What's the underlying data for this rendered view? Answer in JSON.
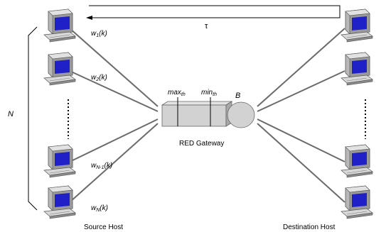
{
  "diagram": {
    "feedback_label": "τ",
    "n_label": "N",
    "gateway_label": "RED Gateway",
    "buffer_label": "B",
    "max_threshold": {
      "base": "max",
      "sub": "th"
    },
    "min_threshold": {
      "base": "min",
      "sub": "th"
    },
    "source_label": "Source Host",
    "destination_label": "Destination Host",
    "source_hosts": [
      {
        "w": "w",
        "sub": "1",
        "arg": "(k)"
      },
      {
        "w": "w",
        "sub": "2",
        "arg": "(k)"
      },
      {
        "w": "w",
        "sub": "N-1",
        "arg": "(k)"
      },
      {
        "w": "w",
        "sub": "N",
        "arg": "(k)"
      }
    ],
    "colors": {
      "screen": "#2020c8",
      "case": "#c8c8c8",
      "wire": "#6b6b6b",
      "buffer": "#d2d2d2"
    }
  }
}
